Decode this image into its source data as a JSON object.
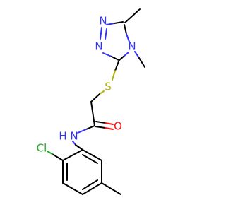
{
  "atoms": {
    "n1": "N",
    "n2": "N",
    "n3": "N",
    "s": "S",
    "o": "O",
    "nh": "N",
    "h": "H",
    "cl": "Cl"
  },
  "colors": {
    "bond": "#000000",
    "nitrogen": "#3333ff",
    "oxygen": "#ff0d0d",
    "sulfur": "#b2b200",
    "chlorine": "#1fb01f",
    "background": "#ffffff"
  }
}
